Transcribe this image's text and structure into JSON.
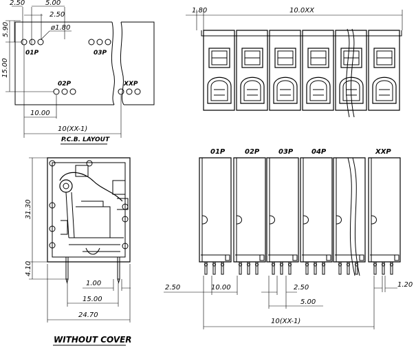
{
  "pcb_layout": {
    "caption": "P.C.B. LAYOUT",
    "dims": {
      "top_pitch": "2.50",
      "top_span": "5.00",
      "second_pitch": "2.50",
      "hole": "ø1.80",
      "left_offset": "5.90",
      "row_spacing": "15.00",
      "bottom_offset": "10.00",
      "total": "10(XX-1)"
    },
    "pins": [
      "01P",
      "03P",
      "02P",
      "XXP"
    ]
  },
  "top_view": {
    "dims": {
      "edge": "1.80",
      "total": "10.0XX"
    },
    "module_count": 6
  },
  "side_view": {
    "caption": "WITHOUT COVER",
    "dims": {
      "height": "31.30",
      "pin_length": "4.10",
      "pin_gap": "1.00",
      "pin_span": "15.00",
      "width": "24.70"
    }
  },
  "front_view": {
    "pin_labels": [
      "01P",
      "02P",
      "03P",
      "04P",
      "XXP"
    ],
    "dims": {
      "left_offset": "2.50",
      "pitch": "10.00",
      "pin_pitch": "2.50",
      "pin_span": "5.00",
      "pin_width": "1.20",
      "total": "10(XX-1)"
    }
  }
}
